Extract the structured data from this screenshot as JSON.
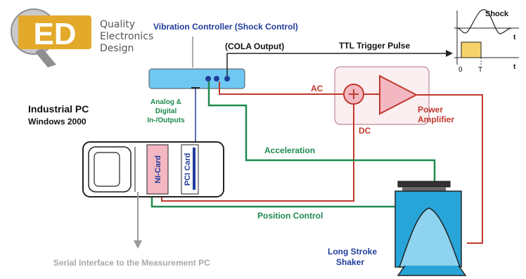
{
  "logo": {
    "letters": "ED",
    "tagline": [
      "Quality",
      "Electronics",
      "Design"
    ],
    "colors": {
      "gold": "#e2a92a",
      "gray": "#9a9a9a",
      "text": "#555555"
    }
  },
  "vibration_controller": {
    "title": "Vibration Controller (Shock Control)",
    "output_label": "(COLA Output)"
  },
  "trigger": {
    "label": "TTL Trigger Pulse"
  },
  "shock_graph": {
    "label": "Shock",
    "t_upper": "t",
    "t_lower": "t",
    "zero": "0",
    "T": "T"
  },
  "amplifier": {
    "ac_label": "AC",
    "dc_label": "DC",
    "title_line1": "Power",
    "title_line2": "Amplifier"
  },
  "industrial_pc": {
    "title": "Industrial PC",
    "os": "Windows 2000",
    "io_label": [
      "Analog &",
      "Digital",
      "In-/Outputs"
    ],
    "ni_card": "NI-Card",
    "pci_card": "PCI Card"
  },
  "signals": {
    "acceleration": "Acceleration",
    "position_control": "Position Control"
  },
  "shaker": {
    "line1": "Long Stroke",
    "line2": "Shaker"
  },
  "serial_interface": "Serial Interface to the Measurement PC",
  "colors": {
    "blue_text": "#1f3c9c",
    "green": "#1e8a4e",
    "red": "#c0392b",
    "pink_fill": "#f3b7c2",
    "controller_blue": "#6fc8f2",
    "shaker_blue": "#28a5d8"
  }
}
